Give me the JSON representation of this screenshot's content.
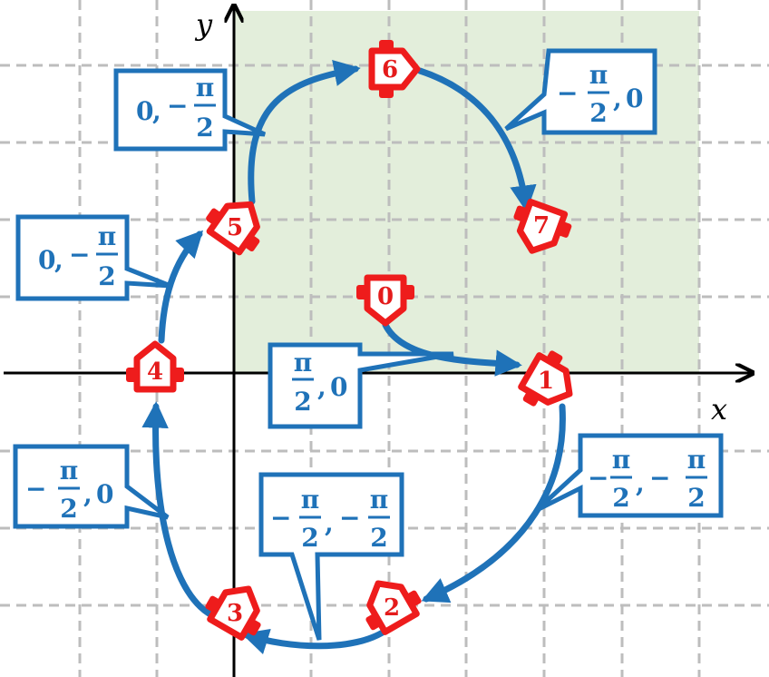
{
  "axes": {
    "x_label": "x",
    "y_label": "y"
  },
  "colors": {
    "grid": "#bdbdbd",
    "region": "#e3eedb",
    "path": "#1f72b8",
    "marker": "#ee1c1c",
    "marker_text": "#e41b1b",
    "callout_text": "#1f72b8"
  },
  "markers": [
    {
      "id": "marker-0",
      "label": "0"
    },
    {
      "id": "marker-1",
      "label": "1"
    },
    {
      "id": "marker-2",
      "label": "2"
    },
    {
      "id": "marker-3",
      "label": "3"
    },
    {
      "id": "marker-4",
      "label": "4"
    },
    {
      "id": "marker-5",
      "label": "5"
    },
    {
      "id": "marker-6",
      "label": "6"
    },
    {
      "id": "marker-7",
      "label": "7"
    }
  ],
  "callouts": [
    {
      "id": "callout-0-1",
      "first_num": "π",
      "first_den": "2",
      "second": "0"
    },
    {
      "id": "callout-1-2",
      "first_num": "π",
      "first_den": "2",
      "second_num": "π",
      "second_den": "2"
    },
    {
      "id": "callout-2-3",
      "first_num": "π",
      "first_den": "2",
      "second_num": "π",
      "second_den": "2"
    },
    {
      "id": "callout-3-4",
      "first_num": "π",
      "first_den": "2",
      "second": "0"
    },
    {
      "id": "callout-4-5",
      "first": "0",
      "second_num": "π",
      "second_den": "2"
    },
    {
      "id": "callout-5-6",
      "first": "0",
      "second_num": "π",
      "second_den": "2"
    },
    {
      "id": "callout-6-7",
      "first_num": "π",
      "first_den": "2",
      "second": "0"
    }
  ],
  "symbols": {
    "minus": "−",
    "comma": ","
  }
}
